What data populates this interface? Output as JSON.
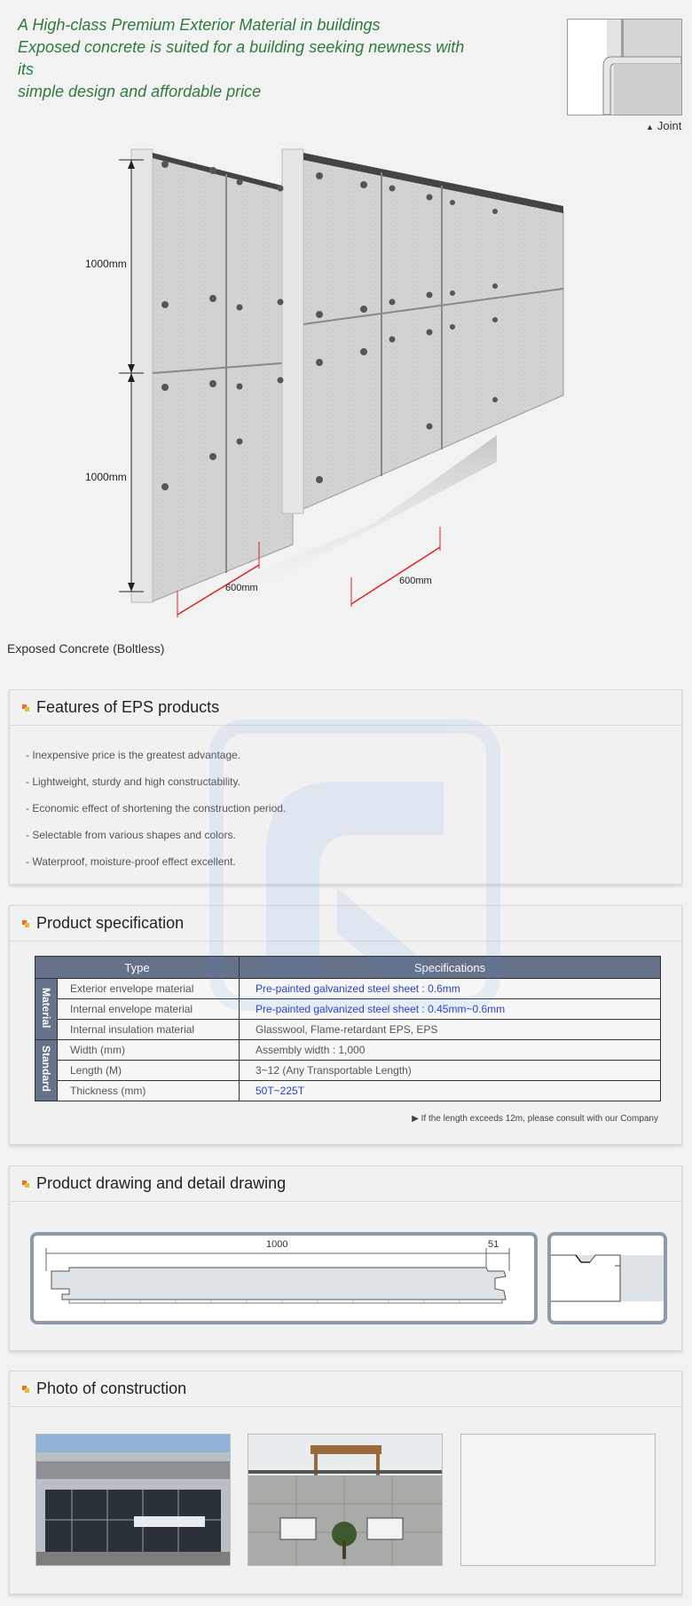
{
  "intro": {
    "line1": "A High-class Premium Exterior Material in buildings",
    "line2": "Exposed concrete is suited for a building seeking newness with its",
    "line3": "simple design and affordable price"
  },
  "joint": {
    "label": "Joint"
  },
  "hero": {
    "dim_top": "1000mm",
    "dim_bottom": "1000mm",
    "dim_width_left": "600mm",
    "dim_width_right": "600mm"
  },
  "caption": "Exposed Concrete (Boltless)",
  "features": {
    "title": "Features of EPS products",
    "items": [
      "- Inexpensive price is the greatest advantage.",
      "- Lightweight, sturdy and high constructability.",
      "- Economic effect of shortening the construction period.",
      "- Selectable from various shapes and colors.",
      "- Waterproof, moisture-proof effect excellent."
    ]
  },
  "spec": {
    "title": "Product specification",
    "header_type": "Type",
    "header_spec": "Specifications",
    "group_material": "Material",
    "group_standard": "Standard",
    "rows": [
      {
        "type": "Exterior envelope material",
        "value": "Pre-painted galvanized steel sheet : 0.6mm"
      },
      {
        "type": "Internal envelope material",
        "value": "Pre-painted galvanized steel sheet : 0.45mm~0.6mm"
      },
      {
        "type": "Internal insulation material",
        "value": "Glasswool, Flame-retardant EPS, EPS"
      },
      {
        "type": "Width (mm)",
        "value": "Assembly width : 1,000"
      },
      {
        "type": "Length (M)",
        "value": "3~12 (Any Transportable Length)"
      },
      {
        "type": "Thickness (mm)",
        "value": "50T~225T"
      }
    ],
    "note": "If the length exceeds 12m, please consult with our Company"
  },
  "drawing": {
    "title": "Product drawing and detail drawing",
    "dim_main": "1000",
    "dim_side": "51"
  },
  "photos": {
    "title": "Photo of construction"
  },
  "colors": {
    "intro_green": "#2f7a3f",
    "table_header": "#66718a",
    "blue_text": "#2b3fd0",
    "bullet_orange": "#e8731e"
  }
}
